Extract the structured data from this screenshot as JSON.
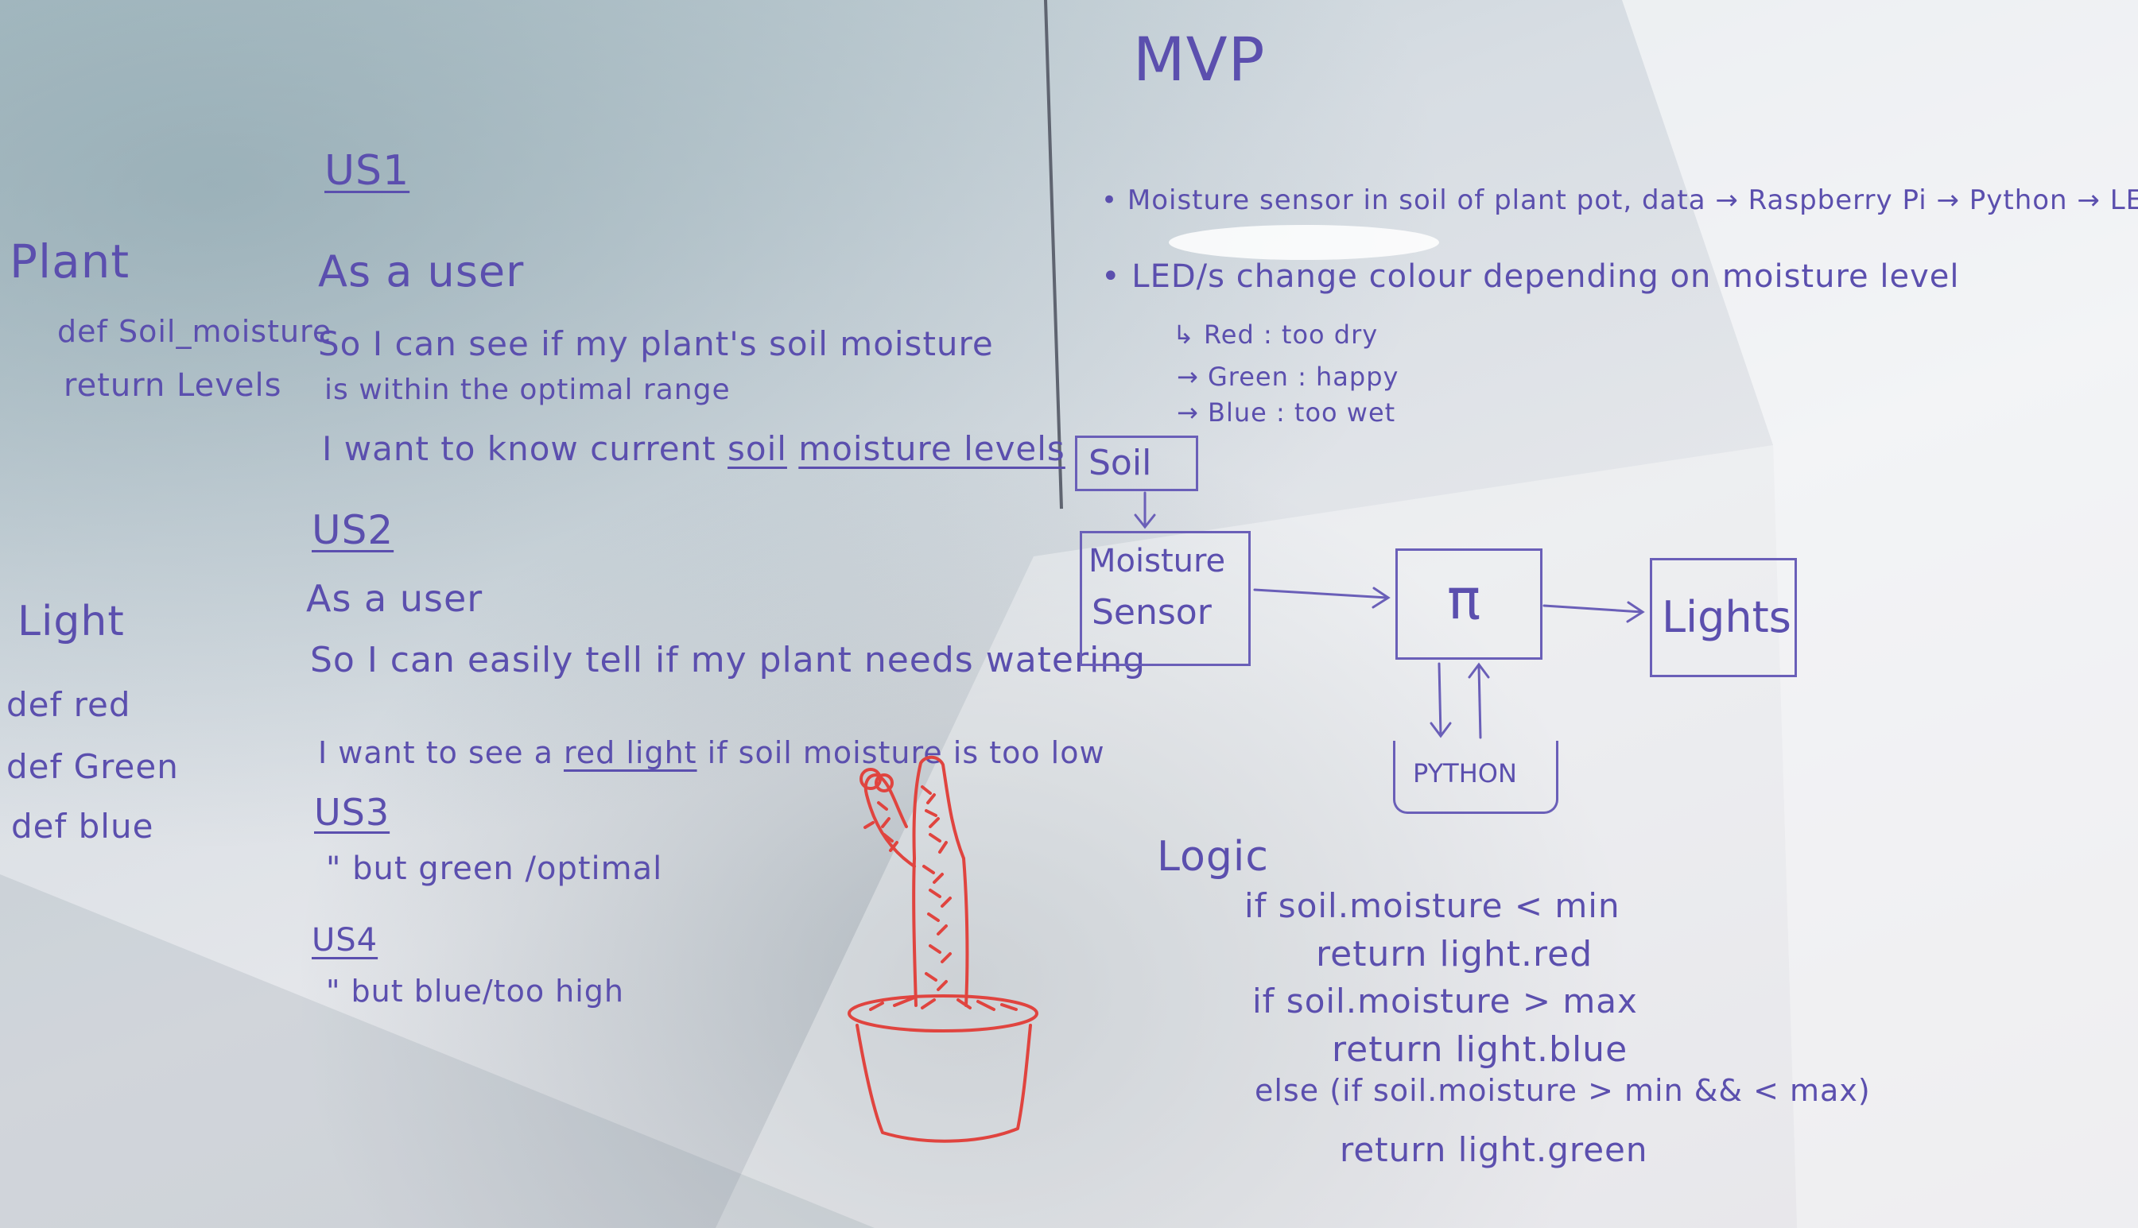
{
  "left": {
    "plant_heading": "Plant",
    "plant_def": "def Soil_moisture",
    "plant_return": "return Levels",
    "light_heading": "Light",
    "light_defs": [
      "def red",
      "def Green",
      "def blue"
    ]
  },
  "stories": {
    "us1_title": "US1",
    "us1_line1": "As a user",
    "us1_line2": "So I can see if my plant's soil moisture",
    "us1_line3": "is within the optimal range",
    "us1_line4_a": "I want to know current",
    "us1_line4_b": "soil",
    "us1_line4_c": "moisture levels",
    "us2_title": "US2",
    "us2_line1": "As a user",
    "us2_line2": "So I can easily tell if my plant needs watering",
    "us2_line3_a": "I want to see a",
    "us2_line3_b": "red light",
    "us2_line3_c": "if soil moisture is too low",
    "us3_title": "US3",
    "us3_line": "\" but green /optimal",
    "us4_title": "US4",
    "us4_line": "\" but blue/too high"
  },
  "mvp": {
    "title": "MVP",
    "bullet1": "• Moisture sensor in soil of plant pot, data → Raspberry Pi → Python → LED lights",
    "bullet2": "• LED/s change colour depending on moisture level",
    "sub": [
      "↳ Red : too dry",
      "→ Green : happy",
      "→ Blue : too wet"
    ]
  },
  "diagram": {
    "soil": "Soil",
    "sensor_1": "Moisture",
    "sensor_2": "Sensor",
    "pi": "π",
    "lights": "Lights",
    "python": "PYTHON"
  },
  "logic": {
    "title": "Logic",
    "lines": [
      "if soil.moisture < min",
      "return light.red",
      "if soil.moisture > max",
      "return light.blue",
      "else (if soil.moisture > min && < max)",
      "return light.green"
    ]
  },
  "colors": {
    "marker_purple": "#5b4fae",
    "marker_red": "#e0443f"
  }
}
